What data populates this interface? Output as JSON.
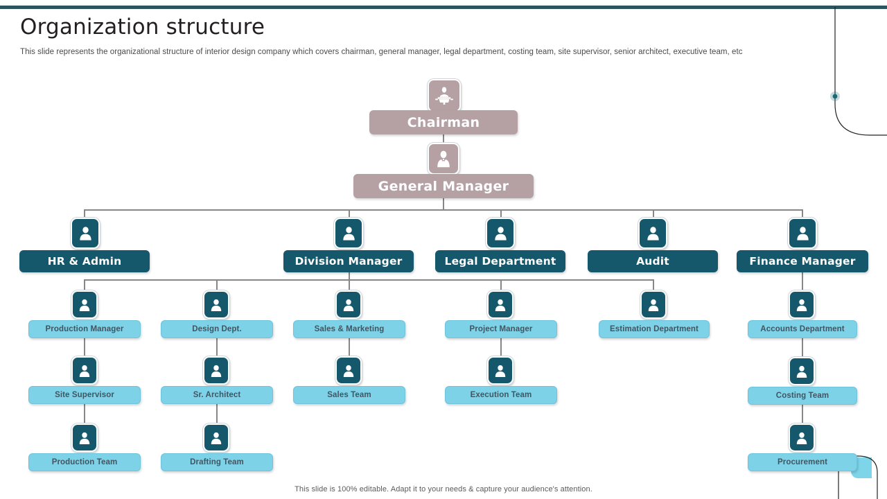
{
  "header": {
    "title": "Organization structure",
    "subtitle": "This slide represents the organizational structure of interior design company which covers chairman, general manager, legal department, costing team, site supervisor, senior architect, executive team, etc"
  },
  "footer": {
    "note": "This slide is 100% editable. Adapt it to your needs & capture your audience's attention."
  },
  "colors": {
    "rule": "#2d5561",
    "executive_box": "#b5a0a4",
    "department_box": "#15576b",
    "team_box": "#7ed2e8",
    "team_text": "#3f5662",
    "connector": "#878787",
    "accent_dot": "#1a6b78"
  },
  "chart_data": {
    "type": "diagram",
    "title": "Organization structure",
    "diagram_kind": "org-chart",
    "levels": [
      {
        "level": 0,
        "style": "executive",
        "nodes": [
          "Chairman"
        ]
      },
      {
        "level": 1,
        "style": "executive",
        "nodes": [
          "General Manager"
        ]
      },
      {
        "level": 2,
        "style": "department",
        "nodes": [
          "HR & Admin",
          "Division Manager",
          "Legal Department",
          "Audit",
          "Finance Manager"
        ]
      },
      {
        "level": 3,
        "style": "team",
        "nodes": [
          "Production Manager",
          "Design Dept.",
          "Sales & Marketing",
          "Project Manager",
          "Estimation Department",
          "Accounts Department"
        ]
      },
      {
        "level": 4,
        "style": "team",
        "nodes": [
          "Site Supervisor",
          "Sr. Architect",
          "Sales Team",
          "Execution Team",
          "Costing Team"
        ]
      },
      {
        "level": 5,
        "style": "team",
        "nodes": [
          "Production Team",
          "Drafting Team",
          "Procurement"
        ]
      }
    ],
    "edges": [
      [
        "Chairman",
        "General Manager"
      ],
      [
        "General Manager",
        "HR & Admin"
      ],
      [
        "General Manager",
        "Division Manager"
      ],
      [
        "General Manager",
        "Legal Department"
      ],
      [
        "General Manager",
        "Audit"
      ],
      [
        "General Manager",
        "Finance Manager"
      ],
      [
        "Division Manager",
        "Production Manager"
      ],
      [
        "Division Manager",
        "Design Dept."
      ],
      [
        "Division Manager",
        "Sales & Marketing"
      ],
      [
        "Division Manager",
        "Project Manager"
      ],
      [
        "Division Manager",
        "Estimation Department"
      ],
      [
        "Finance Manager",
        "Accounts Department"
      ],
      [
        "Production Manager",
        "Site Supervisor"
      ],
      [
        "Design Dept.",
        "Sr. Architect"
      ],
      [
        "Sales & Marketing",
        "Sales Team"
      ],
      [
        "Project Manager",
        "Execution Team"
      ],
      [
        "Accounts Department",
        "Costing Team"
      ],
      [
        "Site Supervisor",
        "Production Team"
      ],
      [
        "Sr. Architect",
        "Drafting Team"
      ],
      [
        "Costing Team",
        "Procurement"
      ]
    ]
  },
  "nodes": {
    "chairman": {
      "label": "Chairman",
      "icon": "chairman-podium-icon"
    },
    "general_manager": {
      "label": "General Manager",
      "icon": "businessman-icon"
    },
    "hr_admin": {
      "label": "HR & Admin",
      "icon": "person-icon"
    },
    "division_manager": {
      "label": "Division Manager",
      "icon": "person-icon"
    },
    "legal_department": {
      "label": "Legal Department",
      "icon": "person-icon"
    },
    "audit": {
      "label": "Audit",
      "icon": "person-icon"
    },
    "finance_manager": {
      "label": "Finance Manager",
      "icon": "person-icon"
    },
    "production_manager": {
      "label": "Production Manager",
      "icon": "person-icon"
    },
    "design_dept": {
      "label": "Design Dept.",
      "icon": "person-icon"
    },
    "sales_marketing": {
      "label": "Sales & Marketing",
      "icon": "person-icon"
    },
    "project_manager": {
      "label": "Project Manager",
      "icon": "person-icon"
    },
    "estimation_department": {
      "label": "Estimation Department",
      "icon": "person-icon"
    },
    "accounts_department": {
      "label": "Accounts Department",
      "icon": "person-icon"
    },
    "site_supervisor": {
      "label": "Site Supervisor",
      "icon": "person-icon"
    },
    "sr_architect": {
      "label": "Sr. Architect",
      "icon": "person-icon"
    },
    "sales_team": {
      "label": "Sales Team",
      "icon": "person-icon"
    },
    "execution_team": {
      "label": "Execution Team",
      "icon": "person-icon"
    },
    "costing_team": {
      "label": "Costing Team",
      "icon": "person-icon"
    },
    "production_team": {
      "label": "Production Team",
      "icon": "person-icon"
    },
    "drafting_team": {
      "label": "Drafting Team",
      "icon": "person-icon"
    },
    "procurement": {
      "label": "Procurement",
      "icon": "person-icon"
    }
  }
}
